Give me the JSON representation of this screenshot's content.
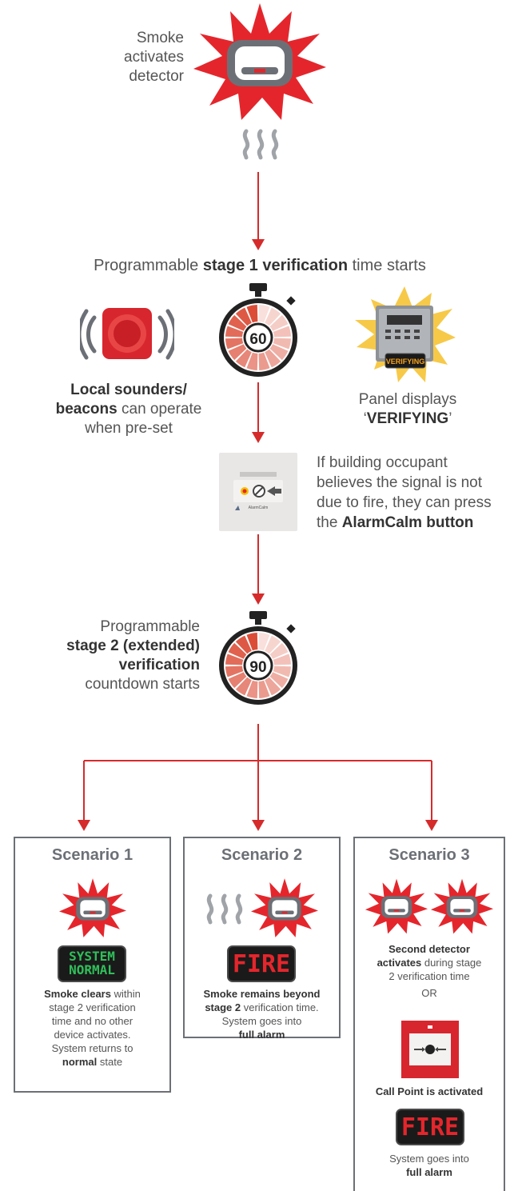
{
  "colors": {
    "red": "#d8262e",
    "arrow": "#d52b2b",
    "box_border": "#6c7076",
    "salmon": "#e8806a",
    "green": "#2fbf5a"
  },
  "step1": {
    "line1": "Smoke",
    "line2": "activates",
    "line3": "detector"
  },
  "step2": {
    "pre": "Programmable ",
    "bold": "stage 1 verification",
    "post": " time starts",
    "timer_value": "60"
  },
  "sounders": {
    "bold1": "Local sounders/",
    "bold2": "beacons",
    "rest2": " can operate",
    "line3": "when pre-set"
  },
  "panel": {
    "line1": "Panel displays",
    "line2_pre": "‘",
    "line2_bold": "VERIFYING",
    "line2_post": "’",
    "screen_label": "VERIFYING"
  },
  "alarmcalm": {
    "line1": "If building occupant",
    "line2": "believes the signal is not",
    "line3": "due to fire, they can press",
    "line4_pre": "the ",
    "line4_bold": "AlarmCalm button",
    "device_label": "AlarmCalm"
  },
  "step3": {
    "line1": "Programmable",
    "line2": "stage 2 (extended)",
    "line3": "verification",
    "line4": "countdown starts",
    "timer_value": "90"
  },
  "scenario1": {
    "title": "Scenario 1",
    "lcd_line1": "SYSTEM",
    "lcd_line2": "NORMAL",
    "t1_bold": "Smoke clears",
    "t1_rest": " within",
    "t2": "stage 2 verification",
    "t3": "time and no other",
    "t4": "device activates.",
    "t5": "System returns to",
    "t6_bold": "normal",
    "t6_rest": " state"
  },
  "scenario2": {
    "title": "Scenario 2",
    "lcd": "FIRE",
    "t1_bold": "Smoke remains beyond",
    "t2_bold": "stage 2",
    "t2_rest": " verification time.",
    "t3": "System goes into",
    "t4_bold": "full alarm"
  },
  "scenario3": {
    "title": "Scenario 3",
    "t1_bold": "Second detector",
    "t2_bold": "activates",
    "t2_rest": " during stage",
    "t3": "2 verification time",
    "or": "OR",
    "callpoint": "Call Point is activated",
    "lcd": "FIRE",
    "t4": "System goes into",
    "t5_bold": "full alarm"
  }
}
